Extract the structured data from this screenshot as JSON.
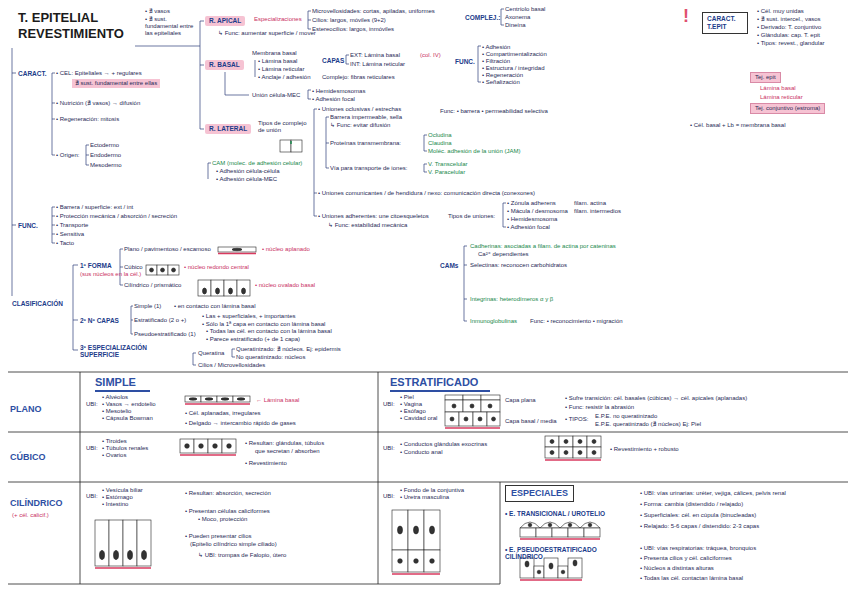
{
  "diagram": {
    "title": "T. EPITELIAL REVESTIMIENTO",
    "nodes": [
      {
        "text": [
          "R. APICAL"
        ]
      },
      {
        "text": [
          "R. BASAL"
        ]
      },
      {
        "text": [
          "R. LATERAL"
        ]
      },
      {
        "text": [
          "CARACT. T.EPIT"
        ]
      },
      {
        "text": [
          "Tej. epit"
        ]
      },
      {
        "text": [
          "Tej. conjuntivo (estroma)"
        ]
      },
      {
        "text": [
          "∄ sust. fundamental entre ellas"
        ]
      },
      {
        "text": [
          "ESPECIALES"
        ]
      }
    ],
    "labels": [
      "• ∄ vasos",
      "• ∄ sust. fundamental entre las epiteliales",
      "CARACT.",
      "• CEL: Epiteliales → + regulares",
      "• Nutrición (∄ vasos) → difusión",
      "• Regeneración: mitosis",
      "• Origen:",
      "Ectodermo",
      "Endodermo",
      "Mesodermo",
      "FUNC.",
      "• Barrera / superficie: ext / int",
      "• Protección mecánica / absorción / secreción",
      "• Transporte",
      "• Sensitiva",
      "• Tacto",
      "CLASIFICACIÓN",
      "1º FORMA",
      "(sus núcleos en la cél.)",
      "Plano / pavimentoso / escamoso",
      "Cúbico",
      "Cilíndrico / prismático",
      "• núcleo aplanado",
      "• núcleo redondo central",
      "• núcleo ovalado basal",
      "2º Nº CAPAS",
      "Simple (1)",
      "• en contacto con lámina basal",
      "Estratificado (2 o +)",
      "• Las + superficiales, + importantes",
      "• Sólo la 1ª capa en contacto con lámina basal",
      "Pseudoestratificado (1)",
      "• Todas las cél. en contacto con la lámina basal",
      "• Parece estratificado (+ de 1 capa)",
      "3º ESPECIALIZACIÓN SUPERFICIE",
      "Queratina",
      "Queratinizado: ∄ núcleos. Ej: epidermis",
      "No queratinizado: núcleos",
      "Cilios / Microvellosidades",
      "Especializaciones",
      "↳ Func: aumentar superficie / mover",
      "Microvellosidades: cortas, apiladas, uniformes",
      "Cilios: largos, móviles (9+2)",
      "Estereocilios: largos, inmóviles",
      "COMPLEJ.:",
      "Centríolo basal",
      "Axonema",
      "Dineína",
      "Membrana basal",
      "• Lámina basal",
      "• Lámina reticular",
      "• Anclaje / adhesión",
      "CAPAS",
      "EXT: Lámina basal",
      "INT: Lámina reticular",
      "(col. IV)",
      "Complejo: fibras reticulares",
      "FUNC.",
      "• Adhesión",
      "• Compartimentalización",
      "• Filtración",
      "• Estructura / integridad",
      "• Regeneración",
      "• Señalización",
      "Unión célula-MEC",
      "• Hemidesmosomas",
      "• Adhesión focal",
      "Tipos de complejo de unión",
      "CAM (molec. de adhesión celular)",
      "• Adhesión célula-célula",
      "• Adhesión célula-MEC",
      "• Uniones oclusivas / estrechas",
      "Barrera impermeable, sella",
      "↳ Func: evitar difusión",
      "Func: • barrera • permeabilidad selectiva",
      "Proteínas transmembrana:",
      "Ocludina",
      "Claudina",
      "Moléc. adhesión de la unión (JAM)",
      "Vía para transporte de iones:",
      "V. Transcelular",
      "V. Paracelular",
      "• Uniones comunicantes / de hendidura / nexo: comunicación directa (conexones)",
      "• Uniones adherentes: une citoesqueletos",
      "↳ Func: estabilidad mecánica",
      "Tipos de uniones:",
      "• Zónula adherens",
      "• Mácula / desmosoma",
      "• Hemidesmosoma",
      "• Adhesión focal",
      "filam. actina",
      "filam. intermedios",
      "CAMs",
      "Cadherinas: asociadas a filam. de actina por cateninas",
      "Ca²⁺ dependientes",
      "Selectinas: reconocen carbohidratos",
      "Integrinas: heterodímeros α y β",
      "Inmunoglobulinas",
      "Func: • reconocimiento • migración",
      "!",
      "• Cél. muy unidas",
      "• ∄ sust. intercel., vasos",
      "• Derivado: T. conjuntivo",
      "• Glándulas: cap. T. epit",
      "• Tipos: revest., glandular",
      "Lámina basal",
      "Lámina reticular",
      "• Cél. basal + Lb = membrana basal",
      "SIMPLE",
      "ESTRATIFICADO",
      "PLANO",
      "CÚBICO",
      "CILÍNDRICO",
      "(+ cél. calicif.)",
      "UBI:",
      "• Alvéolos",
      "• Vasos → endotelio",
      "• Mesotelio",
      "• Cápsula Bowman",
      "← Lámina basal",
      "• Cél. aplanadas, irregulares",
      "• Delgado → intercambio rápido de gases",
      "UBI:",
      "• Piel",
      "• Vagina",
      "• Esófago",
      "• Cavidad oral",
      "Capa plana",
      "Capa basal / media",
      "• Sufre transición: cél. basales (cúbicas) → cél. apicales (aplanadas)",
      "• Func: resistir la abrasión",
      "• TIPOS:",
      "E.P.E. no queratinizado",
      "E.P.E. queratinizado (∄ núcleos) Ej: Piel",
      "UBI:",
      "• Tiroides",
      "• Túbulos renales",
      "• Ovarios",
      "• Resultan: glándulas, túbulos",
      "que secretan / absorben",
      "• Revestimiento",
      "UBI:",
      "• Conductos glándulas exocrinas",
      "• Conducto anal",
      "• Revestimiento + robusto",
      "UBI:",
      "• Vesícula biliar",
      "• Estómago",
      "• Intestino",
      "• Resultan: absorción, secreción",
      "• Presentan células caliciformes",
      "• Moco, protección",
      "• Pueden presentar cilios",
      "(Epitelio cilíndrico simple ciliado)",
      "↳ UBI: trompas de Falopio, útero",
      "UBI:",
      "• Fondo de la conjuntiva",
      "• Uretra masculina",
      "• E. TRANSICIONAL / UROTELIO",
      "• UBI: vías urinarias: uréter, vejiga, cálices, pelvis renal",
      "• Forma: cambia (distendido / relajado)",
      "• Superficiales: cél. en cúpula (binucleadas)",
      "• Relajado: 5-6 capas / distendido: 2-3 capas",
      "• E. PSEUDOESTRATIFICADO CILÍNDRICO",
      "• UBI: vías respiratorias: tráquea, bronquios",
      "• Presenta cilios y cél. caliciformes",
      "• Núcleos a distintas alturas",
      "• Todas las cél. contactan lámina basal"
    ]
  }
}
